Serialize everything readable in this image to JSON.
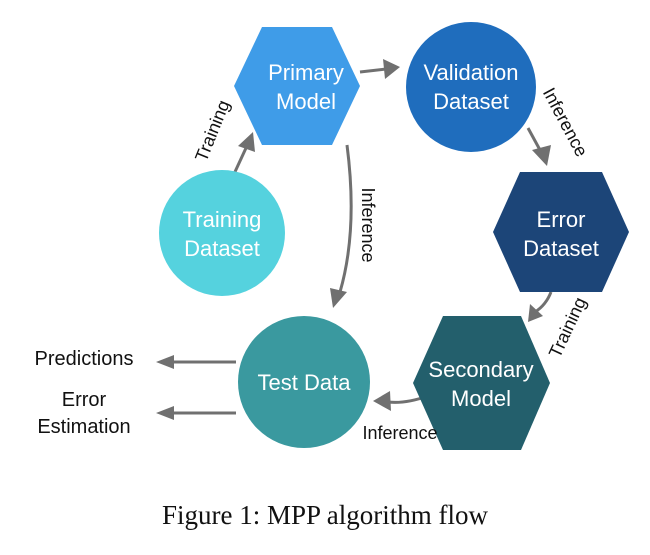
{
  "nodes": {
    "primary_model": {
      "lines": [
        "Primary",
        "Model"
      ],
      "shape": "hexagon",
      "color": "#3f9ce8"
    },
    "validation_dataset": {
      "lines": [
        "Validation",
        "Dataset"
      ],
      "shape": "circle",
      "color": "#1f6dbd"
    },
    "error_dataset": {
      "lines": [
        "Error",
        "Dataset"
      ],
      "shape": "hexagon",
      "color": "#1c4578"
    },
    "secondary_model": {
      "lines": [
        "Secondary",
        "Model"
      ],
      "shape": "hexagon",
      "color": "#235f6c"
    },
    "test_data": {
      "lines": [
        "Test Data"
      ],
      "shape": "circle",
      "color": "#3a999f"
    },
    "training_dataset": {
      "lines": [
        "Training",
        "Dataset"
      ],
      "shape": "circle",
      "color": "#55d2de"
    }
  },
  "edges": {
    "training_to_primary": "Training",
    "primary_to_test": "Inference",
    "validation_to_error": "Inference",
    "error_to_secondary": "Training",
    "secondary_to_test": "Inference"
  },
  "outputs": {
    "predictions": [
      "Predictions"
    ],
    "error_estimation": [
      "Error",
      "Estimation"
    ]
  },
  "caption": "Figure 1: MPP algorithm flow"
}
